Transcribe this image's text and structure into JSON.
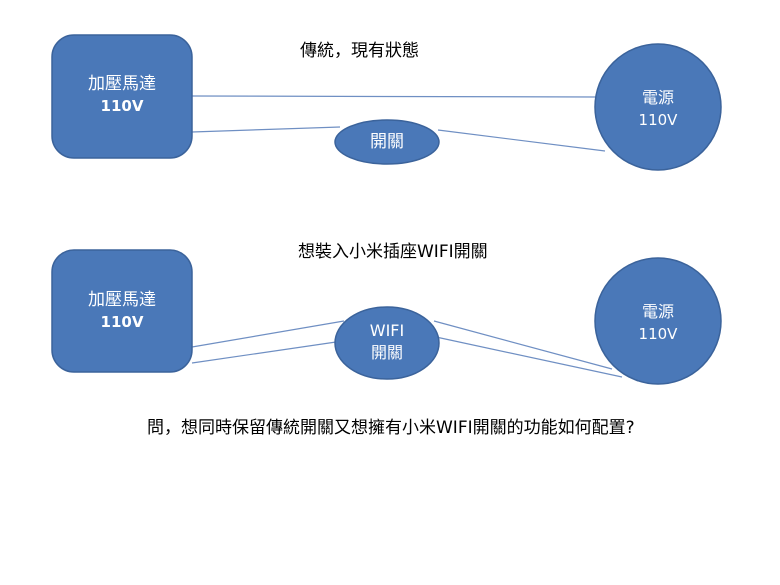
{
  "scenario_current": {
    "title": "傳統，現有狀態",
    "motor": {
      "name": "加壓馬達",
      "voltage": "110V"
    },
    "power": {
      "name": "電源",
      "voltage": "110V"
    },
    "switch": {
      "label": "開關"
    }
  },
  "scenario_planned": {
    "title": "想裝入小米插座WIFI開關",
    "motor": {
      "name": "加壓馬達",
      "voltage": "110V"
    },
    "power": {
      "name": "電源",
      "voltage": "110V"
    },
    "switch": {
      "line1": "WIFI",
      "line2": "開關"
    }
  },
  "question": "問，想同時保留傳統開關又想擁有小米WIFI開關的功能如何配置?",
  "colors": {
    "shape_fill": "#4a78b8",
    "shape_stroke": "#3b639b",
    "line": "#6f8fc3",
    "label_text": "#ffffff",
    "body_text": "#000000"
  }
}
